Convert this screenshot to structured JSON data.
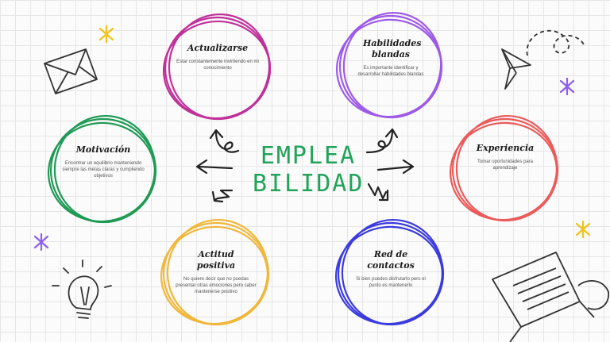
{
  "center": {
    "line1": "EMPLEA",
    "line2": "BILIDAD"
  },
  "nodes": [
    {
      "title": "Actualizarse",
      "desc": "Estar constantemente invirtiendo en mi conocimiento"
    },
    {
      "title": "Habilidades blandas",
      "desc": "Es importante identificar y desarrollar habilidades blandas"
    },
    {
      "title": "Motivación",
      "desc": "Encontrar un equilibrio manteniendo siempre las metas claras y cumpliendo objetivos"
    },
    {
      "title": "Experiencia",
      "desc": "Tomar oportunidades para aprendizaje"
    },
    {
      "title": "Actitud positiva",
      "desc": "No quiere decir que no puedas presentar otras emociones pero saber mantenerse positivo"
    },
    {
      "title": "Red de contactos",
      "desc": "Si bien puedes disfrutarlo pero el punto es mantenerlo"
    }
  ],
  "colors": {
    "actualizarse": "#c0309a",
    "habilidades": "#9d5ae8",
    "motivacion": "#1f9a55",
    "experiencia": "#ec5a5a",
    "actitud": "#f0b73a",
    "contactos": "#3a3adf",
    "center": "#22a35a",
    "ink": "#222222"
  },
  "icons": [
    "envelope-icon",
    "paper-plane-icon",
    "light-bulb-icon",
    "laptop-icon",
    "sparkle-icon"
  ]
}
